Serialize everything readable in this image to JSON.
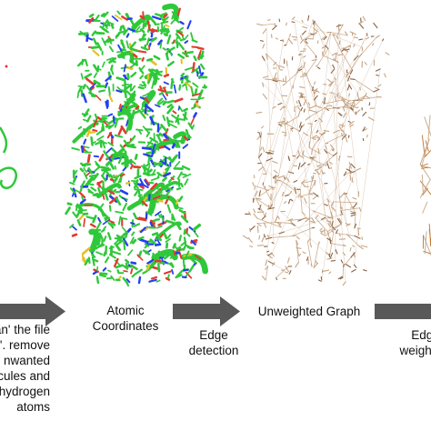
{
  "colors": {
    "protein_green": "#2fc83a",
    "nitrogen_blue": "#2440ee",
    "oxygen_red": "#e23b2f",
    "sulfur_yellow": "#e6c02a",
    "graph_tan": "#c6a585",
    "graph_dark": "#8a6244",
    "arrow_gray": "#595959"
  },
  "panels": [
    {
      "label": "Atomic Coordinates"
    },
    {
      "label": "Unweighted Graph"
    }
  ],
  "steps": {
    "clean": {
      "lines": [
        "an' the file",
        "'. remove",
        "nwanted",
        "ecules and",
        "hydrogen",
        "atoms"
      ]
    },
    "edge_detection": {
      "lines": [
        "Edge",
        "detection"
      ]
    },
    "edge_weighting": {
      "lines": [
        "Edge",
        "weighting"
      ]
    }
  }
}
